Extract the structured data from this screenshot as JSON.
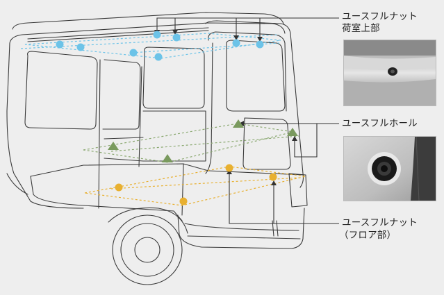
{
  "labels": {
    "useful_nut_top": "ユースフルナット",
    "useful_nut_top_sub": "荷室上部",
    "useful_hole": "ユースフルホール",
    "useful_nut_floor": "ユースフルナット",
    "useful_nut_floor_sub": "（フロア部）"
  },
  "colors": {
    "background": "#eeeeee",
    "outline": "#3a3a3a",
    "nut_top_marker": "#6cc3e8",
    "hole_marker": "#7a9a5e",
    "nut_floor_marker": "#e8b030",
    "leader_line": "#333333"
  },
  "icons": {
    "nut_top_marker": "blue-dot",
    "hole_marker": "green-triangle",
    "nut_floor_marker": "yellow-dot"
  }
}
